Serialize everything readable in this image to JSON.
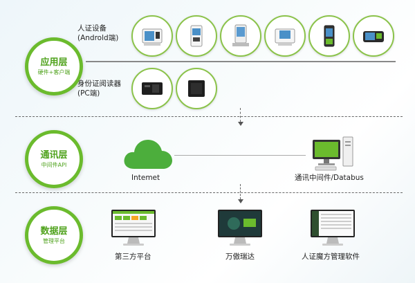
{
  "layers": {
    "app": {
      "title": "应用层",
      "subtitle": "硬件+客户端"
    },
    "comm": {
      "title": "通讯层",
      "subtitle": "中间件API"
    },
    "data": {
      "title": "数据层",
      "subtitle": "管理平台"
    }
  },
  "app_layer": {
    "terminal_label_line1": "人证设备",
    "terminal_label_line2": "(Androld端)",
    "reader_label_line1": "身份证阅读器",
    "reader_label_line2": "(PC端)"
  },
  "comm_layer": {
    "internet_label": "Intemet",
    "middleware_label": "通讯中间件/Databus"
  },
  "data_layer": {
    "platform1_label": "第三方平台",
    "platform2_label": "万傲瑞达",
    "platform3_label": "人证魔方管理软件"
  },
  "colors": {
    "accent": "#6bbb2d",
    "cloud": "#4cae3c"
  }
}
